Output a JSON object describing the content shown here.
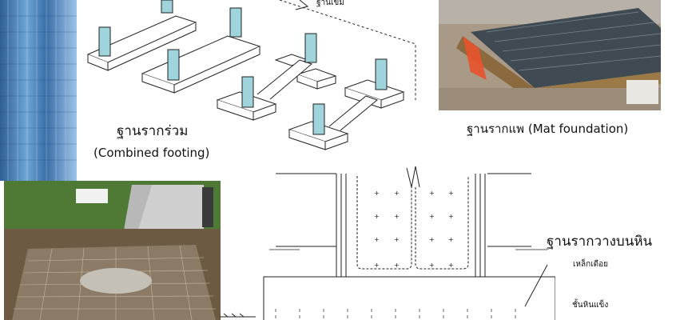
{
  "labels": {
    "combined_thai": "ฐานรากร่วม",
    "combined_en": "(Combined footing)",
    "mat_thai_en": "ฐานรากแพ (Mat foundation)",
    "rock_footing": "ฐานรากวางบนหิน",
    "rebar_label": "เหล็กเดือย",
    "hard_rock": "ชั้นหินแข็ง",
    "top_partial": "ฐานเข็ม"
  },
  "colors": {
    "column": "#9fd4dc",
    "line": "#222222",
    "soil": "#6d5a43",
    "grass": "#4f7a36",
    "sky_building": "#4a7fb5"
  }
}
